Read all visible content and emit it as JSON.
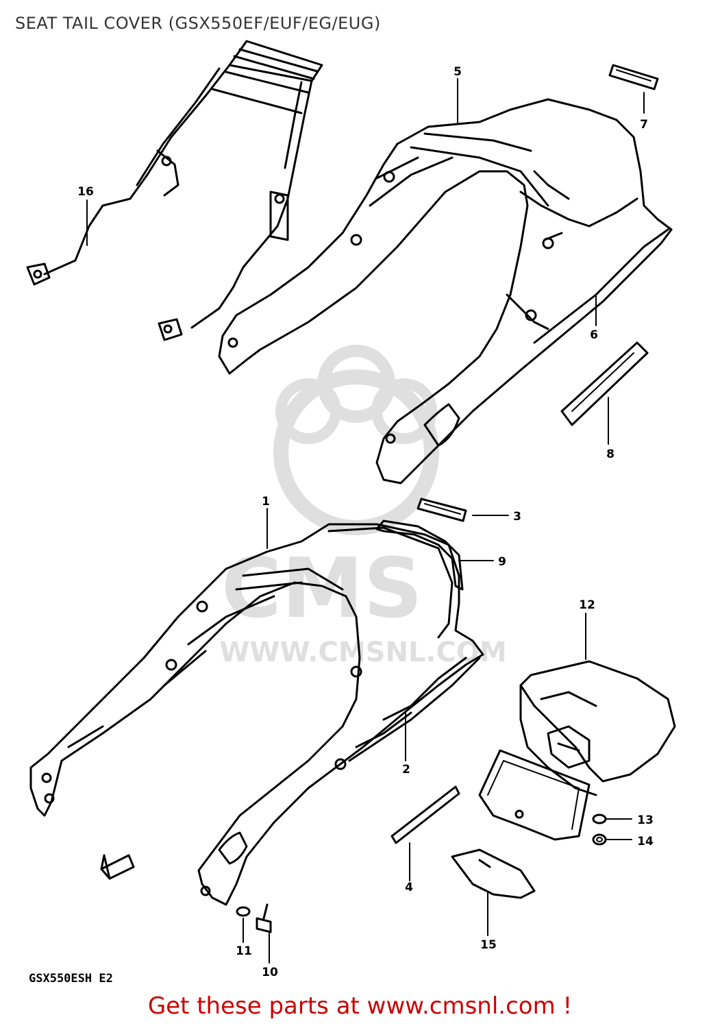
{
  "title": "SEAT TAIL COVER (GSX550EF/EUF/EG/EUG)",
  "diagram_code": "GSX550ESH E2",
  "footer": "Get these parts at www.cmsnl.com !",
  "watermark": {
    "line1": "CMS",
    "line2": "WWW.CMSNL.COM"
  },
  "callouts": {
    "c1": "1",
    "c2": "2",
    "c3": "3",
    "c4": "4",
    "c5": "5",
    "c6": "6",
    "c7": "7",
    "c8": "8",
    "c9": "9",
    "c10": "10",
    "c11": "11",
    "c12": "12",
    "c13": "13",
    "c14": "14",
    "c15": "15",
    "c16": "16"
  },
  "colors": {
    "line": "#000000",
    "footer": "#cc0000",
    "watermark": "#d9d9d9"
  }
}
